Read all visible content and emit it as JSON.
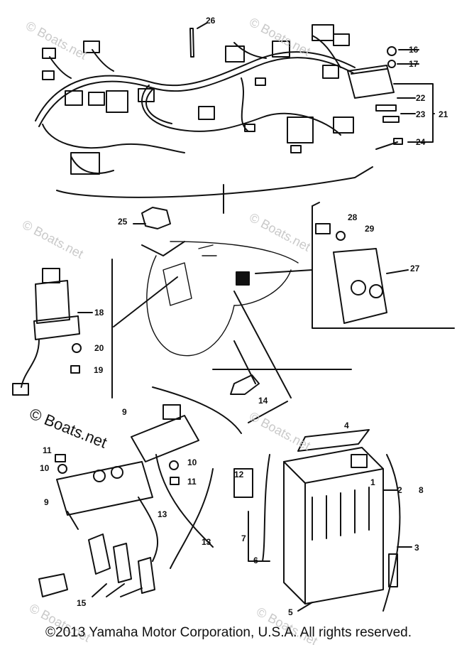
{
  "watermark": {
    "text": "© Boats.net",
    "prominent_text": "© Boats.net"
  },
  "callouts": [
    "1",
    "2",
    "3",
    "4",
    "5",
    "6",
    "7",
    "8",
    "9",
    "10",
    "11",
    "12",
    "13",
    "14",
    "15",
    "16",
    "17",
    "18",
    "19",
    "20",
    "21",
    "22",
    "23",
    "24",
    "25",
    "26",
    "27",
    "28",
    "29"
  ],
  "copyright": "©2013 Yamaha Motor Corporation, U.S.A. All rights reserved.",
  "colors": {
    "ink": "#111111",
    "watermark": "#c9c9c9",
    "background": "#ffffff"
  }
}
